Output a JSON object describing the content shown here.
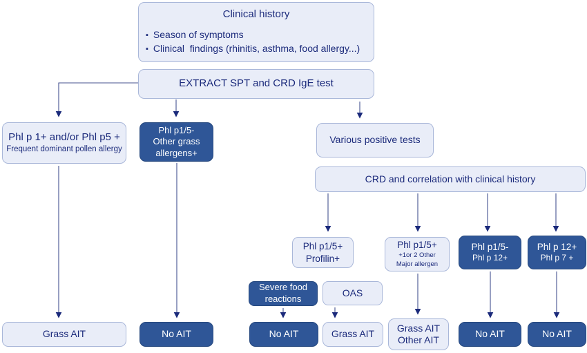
{
  "colors": {
    "node_light_fill": "#e9edf8",
    "node_light_border": "#a9b7d9",
    "node_dark_fill": "#2f5697",
    "text_navy": "#1b2a7b",
    "text_on_dark": "#ffffff",
    "arrow_stroke": "#44518f"
  },
  "nodes": {
    "clinical_history": {
      "title": "Clinical history",
      "bullets": [
        "Season of symptoms",
        "Clinical  findings (rhinitis, asthma, food allergy...)"
      ]
    },
    "extract_test": {
      "label": "EXTRACT SPT and CRD IgE test"
    },
    "phl_dominant": {
      "line1": "Phl p 1+ and/or Phl p5 +",
      "line2": "Frequent dominant pollen allergy"
    },
    "phl_other_grass": {
      "line1": "Phl p1/5-",
      "line2": "Other grass",
      "line3": "allergens+"
    },
    "various_positive": {
      "label": "Various positive tests"
    },
    "crd_correlation": {
      "label": "CRD and correlation with clinical history"
    },
    "profilin": {
      "line1": "Phl p1/5+",
      "line2": "Profilin+"
    },
    "other_major": {
      "line1": "Phl p1/5+",
      "line2": "+1or 2 Other",
      "line3": "Major allergen"
    },
    "p15neg_p12pos": {
      "line1": "Phl p1/5-",
      "line2": "Phl p 12+"
    },
    "p12pos_p7pos": {
      "line1": "Phl p 12+",
      "line2": "Phl p 7 +"
    },
    "severe_food": {
      "line1": "Severe food",
      "line2": "reactions"
    },
    "oas": {
      "label": "OAS"
    },
    "outcomes": {
      "grass_1": "Grass AIT",
      "no_1": "No AIT",
      "no_2": "No AIT",
      "grass_2": "Grass AIT",
      "grass_other_line1": "Grass AIT",
      "grass_other_line2": "Other AIT",
      "no_3": "No AIT",
      "no_4": "No AIT"
    }
  }
}
